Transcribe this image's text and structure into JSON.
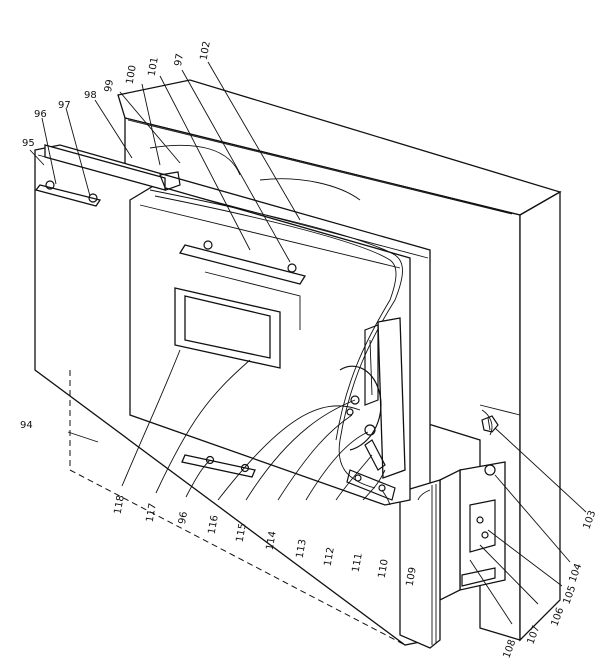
{
  "labels": {
    "l95": "95",
    "l96a": "96",
    "l97a": "97",
    "l98": "98",
    "l99": "99",
    "l100": "100",
    "l101": "101",
    "l97b": "97",
    "l102": "102",
    "l94": "94",
    "l118": "118",
    "l117": "117",
    "l96b": "96",
    "l116": "116",
    "l115": "115",
    "l114": "114",
    "l113": "113",
    "l112": "112",
    "l111": "111",
    "l110": "110",
    "l109": "109",
    "l108": "108",
    "l107": "107",
    "l106": "106",
    "l105": "105",
    "l104": "104",
    "l103": "103"
  }
}
